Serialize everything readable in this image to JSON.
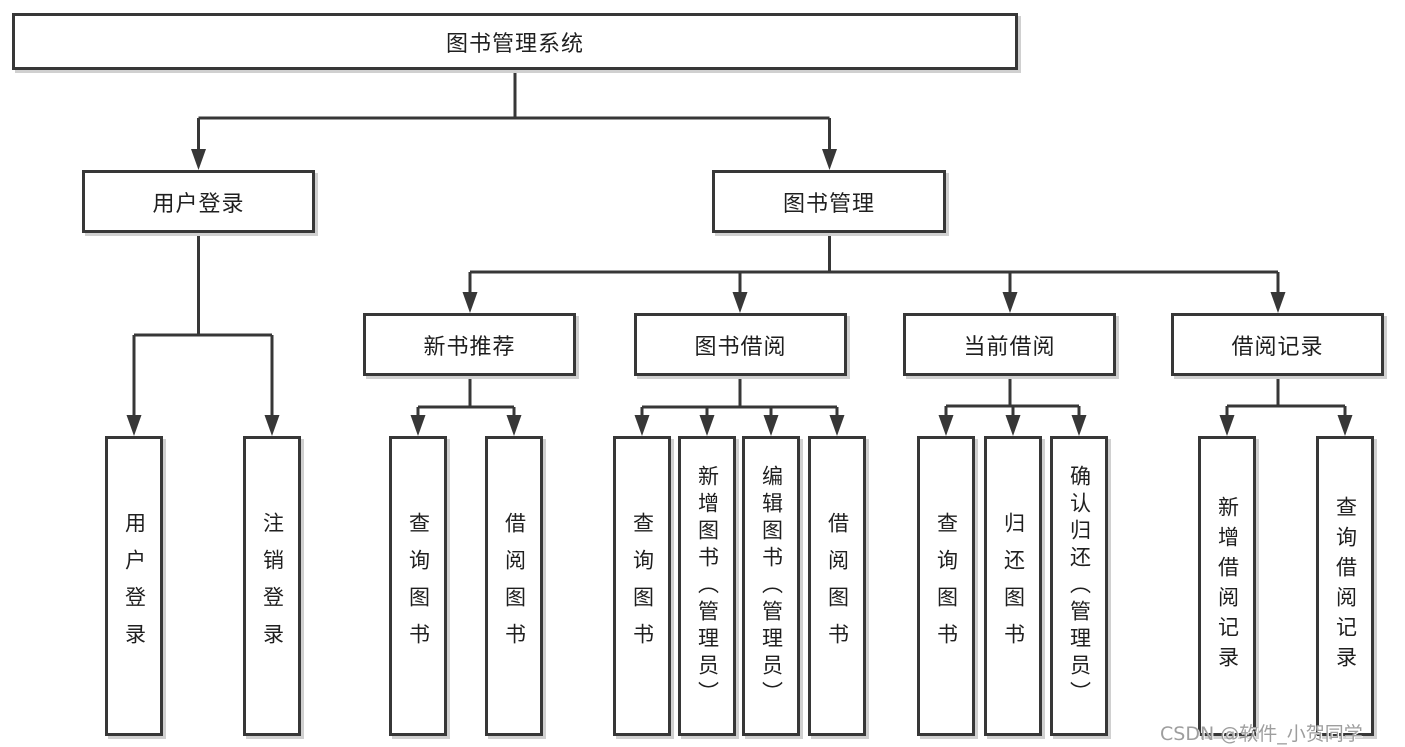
{
  "diagram": {
    "title": "图书管理系统",
    "root": {
      "label": "图书管理系统"
    },
    "level2": [
      {
        "label": "用户登录"
      },
      {
        "label": "图书管理"
      }
    ],
    "level3": [
      {
        "label": "新书推荐"
      },
      {
        "label": "图书借阅"
      },
      {
        "label": "当前借阅"
      },
      {
        "label": "借阅记录"
      }
    ],
    "leaves": [
      {
        "label": "用户登录",
        "parent": "用户登录"
      },
      {
        "label": "注销登录",
        "parent": "用户登录"
      },
      {
        "label": "查询图书",
        "parent": "新书推荐"
      },
      {
        "label": "借阅图书",
        "parent": "新书推荐"
      },
      {
        "label": "查询图书",
        "parent": "图书借阅"
      },
      {
        "label": "新增图书（管理员）",
        "parent": "图书借阅"
      },
      {
        "label": "编辑图书（管理员）",
        "parent": "图书借阅"
      },
      {
        "label": "借阅图书",
        "parent": "图书借阅"
      },
      {
        "label": "查询图书",
        "parent": "当前借阅"
      },
      {
        "label": "归还图书",
        "parent": "当前借阅"
      },
      {
        "label": "确认归还（管理员）",
        "parent": "当前借阅"
      },
      {
        "label": "新增借阅记录",
        "parent": "借阅记录"
      },
      {
        "label": "查询借阅记录",
        "parent": "借阅记录"
      }
    ]
  },
  "watermark": {
    "text": "CSDN @软件_小贺同学"
  },
  "colors": {
    "line": "#373737",
    "text": "#1f1f1f",
    "watermark": "#9e9e9e",
    "background": "#ffffff"
  }
}
